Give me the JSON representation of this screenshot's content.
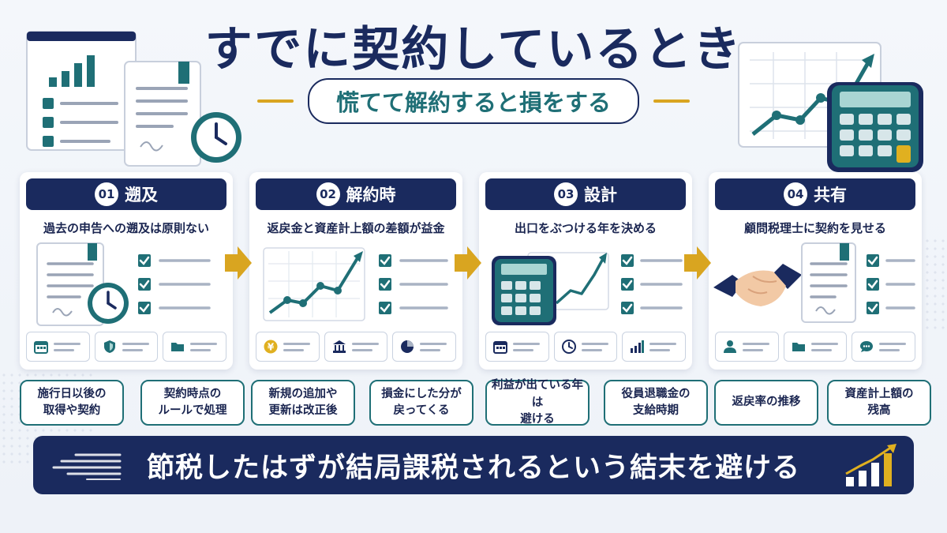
{
  "title": "すでに契約しているとき",
  "subtitle": "慌てて解約すると損をする",
  "steps": [
    {
      "num": "01",
      "title": "遡及",
      "desc": "過去の申告への遡及は原則ない",
      "chip_icons": [
        "calendar-icon",
        "shield-icon",
        "folder-icon"
      ],
      "boxes": [
        "施行日以後の\n取得や契約",
        "契約時点の\nルールで処理"
      ]
    },
    {
      "num": "02",
      "title": "解約時",
      "desc": "返戻金と資産計上額の差額が益金",
      "chip_icons": [
        "yen-coin-icon",
        "bank-icon",
        "pie-chart-icon"
      ],
      "boxes": [
        "新規の追加や\n更新は改正後",
        "損金にした分が\n戻ってくる"
      ]
    },
    {
      "num": "03",
      "title": "設計",
      "desc": "出口をぶつける年を決める",
      "chip_icons": [
        "calendar-icon",
        "clock-icon",
        "bar-chart-icon"
      ],
      "boxes": [
        "利益が出ている年は\n避ける",
        "役員退職金の\n支給時期"
      ]
    },
    {
      "num": "04",
      "title": "共有",
      "desc": "顧問税理士に契約を見せる",
      "chip_icons": [
        "person-icon",
        "folder-icon",
        "chat-bubble-icon"
      ],
      "boxes": [
        "返戻率の推移",
        "資産計上額の\n残高"
      ]
    }
  ],
  "banner": "節税したはずが結局課税されるという結末を避ける",
  "colors": {
    "navy": "#1a2a5e",
    "teal": "#1f6f76",
    "gold": "#d9a520"
  }
}
